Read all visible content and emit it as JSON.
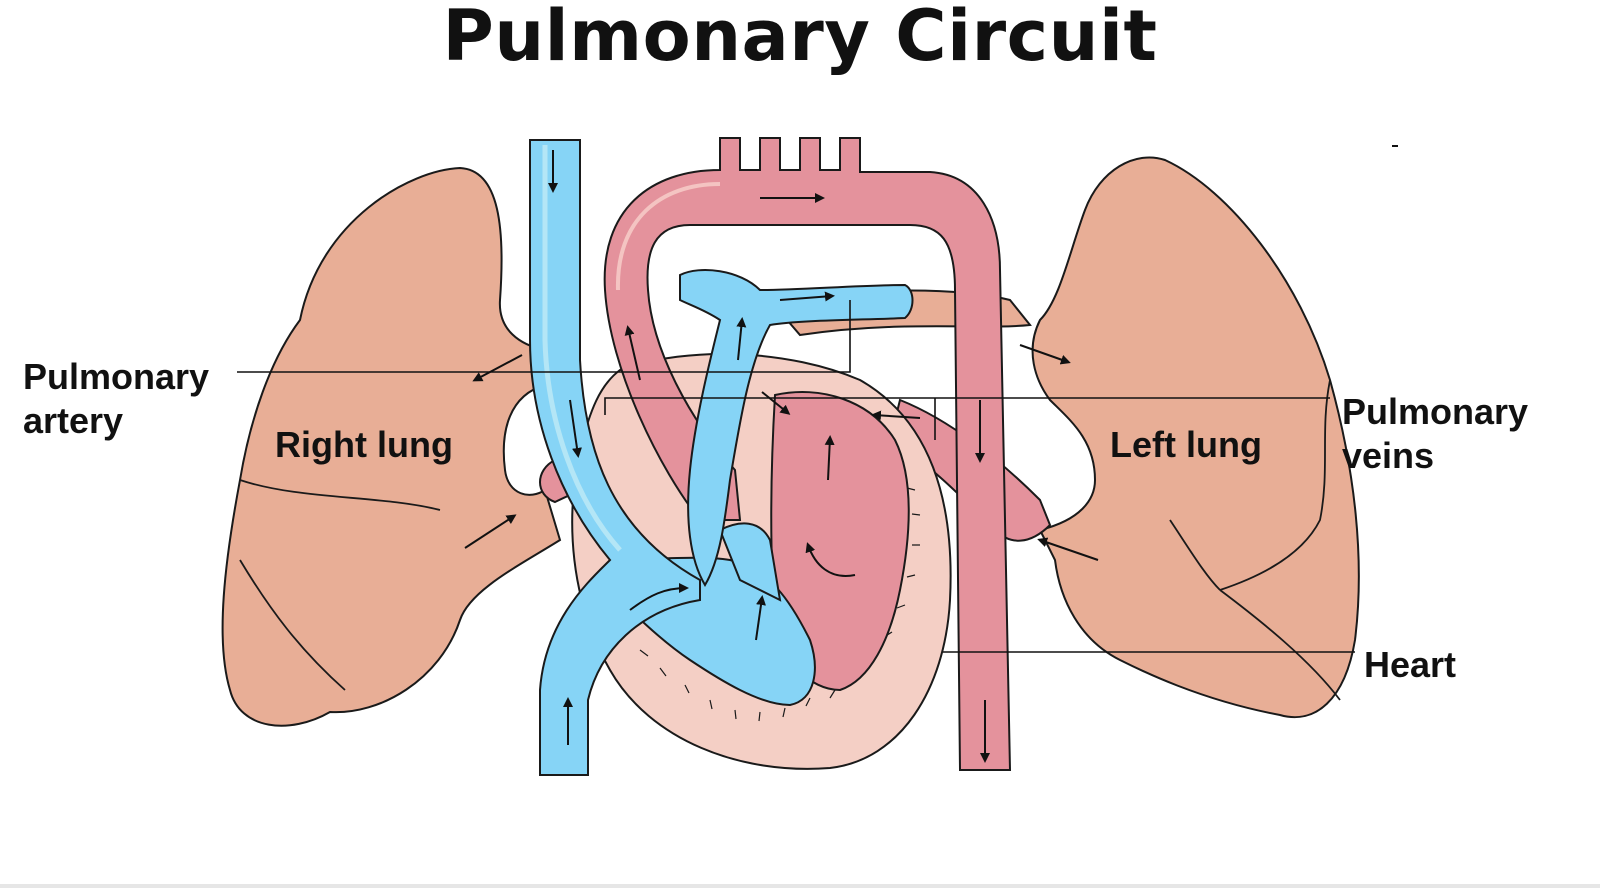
{
  "title": "Pulmonary Circuit",
  "labels": {
    "pulmonary_artery": [
      "Pulmonary",
      "artery"
    ],
    "pulmonary_veins": [
      "Pulmonary",
      "veins"
    ],
    "heart": "Heart",
    "right_lung": "Right lung",
    "left_lung": "Left lung"
  },
  "colors": {
    "lung": "#e8ae96",
    "deoxygenated_blood": "#86d4f6",
    "vessel_wall_blue": "#b4e6f6",
    "oxygenated_blood": "#e4929c",
    "vessel_wall_red": "#f4c4c2",
    "heart_muscle": "#f4cfc5",
    "outline": "#1a1a1a"
  }
}
